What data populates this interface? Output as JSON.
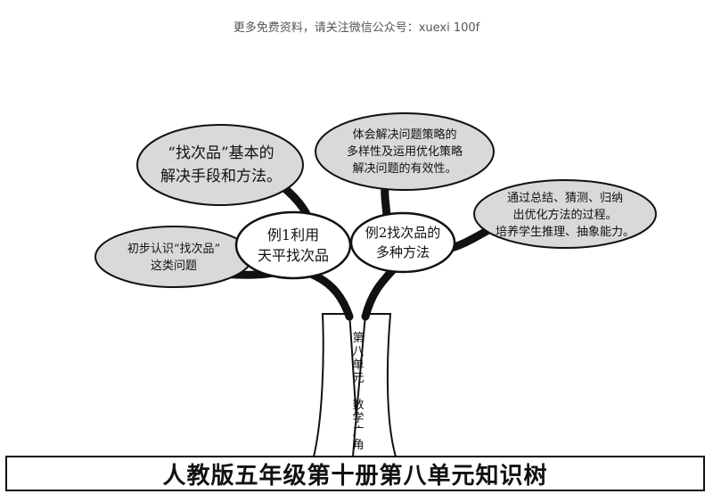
{
  "header": {
    "watermark": "更多免费资料，请关注微信公众号：xuexi 100f"
  },
  "trunk": {
    "label": "第\n八\n单\n元\n \n数\n学\n广\n角"
  },
  "branches": {
    "left_center": "例1利用\n天平找次品",
    "right_center": "例2找次品的\n多种方法",
    "top_left": "“找次品”基本的\n解决手段和方法。",
    "top_middle": "体会解决问题策略的\n多样性及运用优化策略\n解决问题的有效性。",
    "right": "通过总结、猜测、归纳\n出优化方法的过程。\n培养学生推理、抽象能力。",
    "left": "初步认识“找次品”\n这类问题"
  },
  "footer": {
    "title": "人教版五年级第十册第八单元知识树"
  }
}
